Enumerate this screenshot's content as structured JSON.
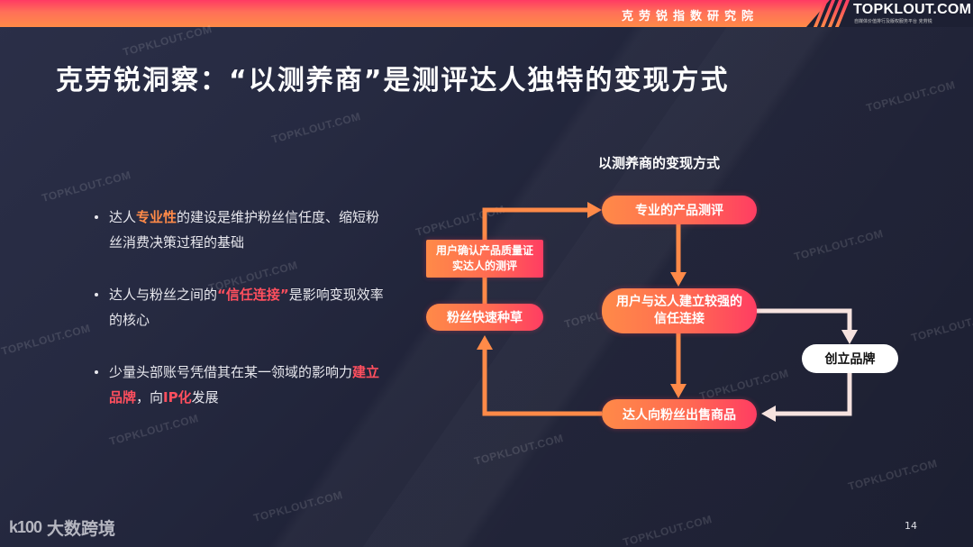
{
  "header": {
    "org_title": "克劳锐指数研究院",
    "logo": "TOPKLOUT.COM",
    "logo_sub": "自媒体价值排行及版权服务平台 克劳锐"
  },
  "slide": {
    "title": "克劳锐洞察：“以测养商”是测评达人独特的变现方式",
    "page_number": "14"
  },
  "bullets": [
    {
      "parts": [
        {
          "text": "达人",
          "style": "normal"
        },
        {
          "text": "专业性",
          "style": "orange"
        },
        {
          "text": "的建设是维护粉丝信任度、缩短粉丝消费决策过程的基础",
          "style": "normal"
        }
      ]
    },
    {
      "parts": [
        {
          "text": "达人与粉丝之间的",
          "style": "normal"
        },
        {
          "text": "“信任连接”",
          "style": "red"
        },
        {
          "text": "是影响变现效率的核心",
          "style": "normal"
        }
      ]
    },
    {
      "parts": [
        {
          "text": "少量头部账号凭借其在某一领域的影响力",
          "style": "normal"
        },
        {
          "text": "建立品牌",
          "style": "red"
        },
        {
          "text": "，向",
          "style": "normal"
        },
        {
          "text": "IP化",
          "style": "red"
        },
        {
          "text": "发展",
          "style": "normal"
        }
      ]
    }
  ],
  "diagram": {
    "title": "以测养商的变现方式",
    "nodes": {
      "review": "专业的产品测评",
      "trust": "用户与达人建立较强的信任连接",
      "sell": "达人向粉丝出售商品",
      "seed": "粉丝快速种草",
      "confirm": "用户确认产品质量证实达人的测评",
      "brand": "创立品牌"
    },
    "edges": [
      {
        "from": "review",
        "to": "trust"
      },
      {
        "from": "trust",
        "to": "sell"
      },
      {
        "from": "trust",
        "to": "brand"
      },
      {
        "from": "brand",
        "to": "sell"
      },
      {
        "from": "sell",
        "to": "seed"
      },
      {
        "from": "seed",
        "to": "confirm"
      },
      {
        "from": "confirm",
        "to": "review"
      }
    ],
    "colors": {
      "orange": "#ff8a48",
      "red": "#ff3d62",
      "white_arrow": "#f6e3df"
    }
  },
  "watermark": "TOPKLOUT.COM",
  "footer": {
    "logo_icon": "k100",
    "logo_text": "大数跨境"
  }
}
